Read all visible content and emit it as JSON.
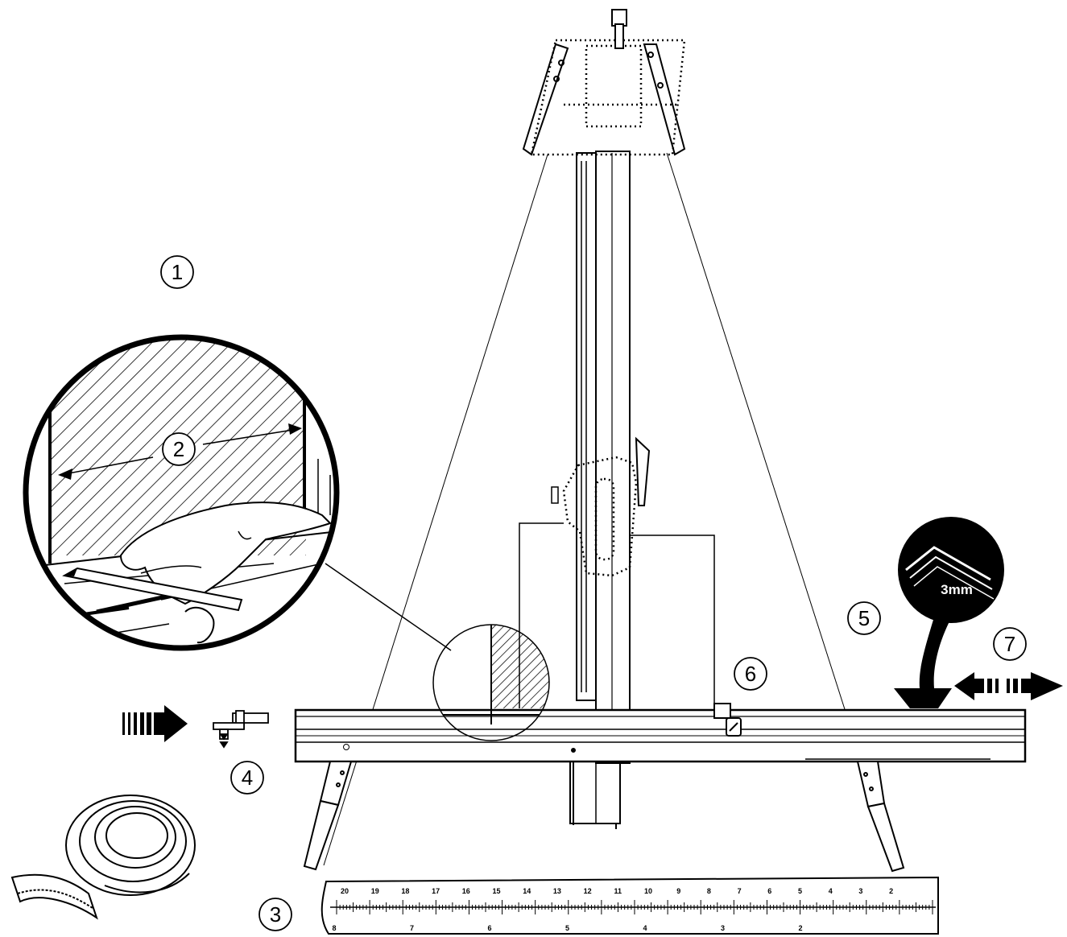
{
  "callouts": [
    {
      "id": "1",
      "label": "1"
    },
    {
      "id": "2",
      "label": "2"
    },
    {
      "id": "3",
      "label": "3"
    },
    {
      "id": "4",
      "label": "4"
    },
    {
      "id": "5",
      "label": "5"
    },
    {
      "id": "6",
      "label": "6"
    },
    {
      "id": "7",
      "label": "7"
    }
  ],
  "inset_dimension": "3mm",
  "ruler": {
    "top_scale": [
      "20",
      "19",
      "18",
      "17",
      "16",
      "15",
      "14",
      "13",
      "12",
      "11",
      "10",
      "9",
      "8",
      "7",
      "6",
      "5",
      "4",
      "3",
      "2"
    ],
    "bottom_scale": [
      "8",
      "7",
      "6",
      "5",
      "4",
      "3",
      "2"
    ]
  }
}
